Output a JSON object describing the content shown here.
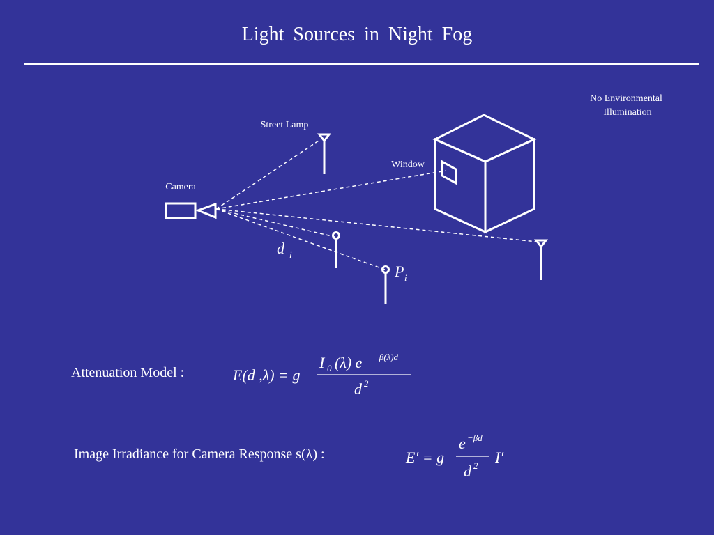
{
  "title": "Light  Sources  in  Night  Fog",
  "labels": {
    "street_lamp": "Street Lamp",
    "window": "Window",
    "camera": "Camera",
    "no_env_line1": "No  Environmental",
    "no_env_line2": "Illumination",
    "distance_symbol": "d",
    "distance_sub": "i",
    "point_symbol": "P",
    "point_sub": "i"
  },
  "attenuation": {
    "label": "Attenuation Model :",
    "lhs": "E(d ,λ) = g",
    "num": "I",
    "num_sub": "0",
    "num_rest": "(λ) e",
    "num_exp": "−β(λ)d",
    "den": "d",
    "den_exp": "2"
  },
  "irradiance": {
    "label": "Image  Irradiance  for  Camera  Response  s(λ) :",
    "lhs": "E′ = g",
    "num": "e",
    "num_exp": "−βd",
    "den": "d",
    "den_exp": "2",
    "rhs": "I′"
  }
}
